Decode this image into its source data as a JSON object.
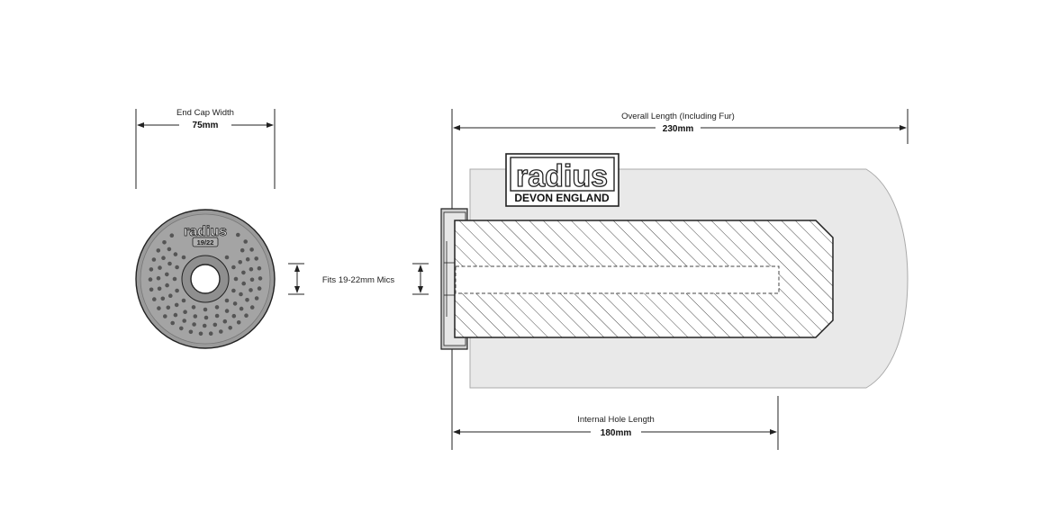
{
  "colors": {
    "line": "#222222",
    "fur": "#e9e9e9",
    "cap": "#9a9a9a",
    "cap_dots": "#555555",
    "foam_hatch": "#333333"
  },
  "end_cap": {
    "label": "End Cap Width",
    "value": "75mm",
    "logo_text": "radius",
    "size_text": "19/22"
  },
  "fit": {
    "label": "Fits 19-22mm Mics"
  },
  "overall": {
    "label": "Overall Length (Including Fur)",
    "value": "230mm"
  },
  "internal": {
    "label": "Internal Hole Length",
    "value": "180mm"
  },
  "brand": {
    "logo_text": "radius",
    "tagline": "DEVON ENGLAND"
  }
}
